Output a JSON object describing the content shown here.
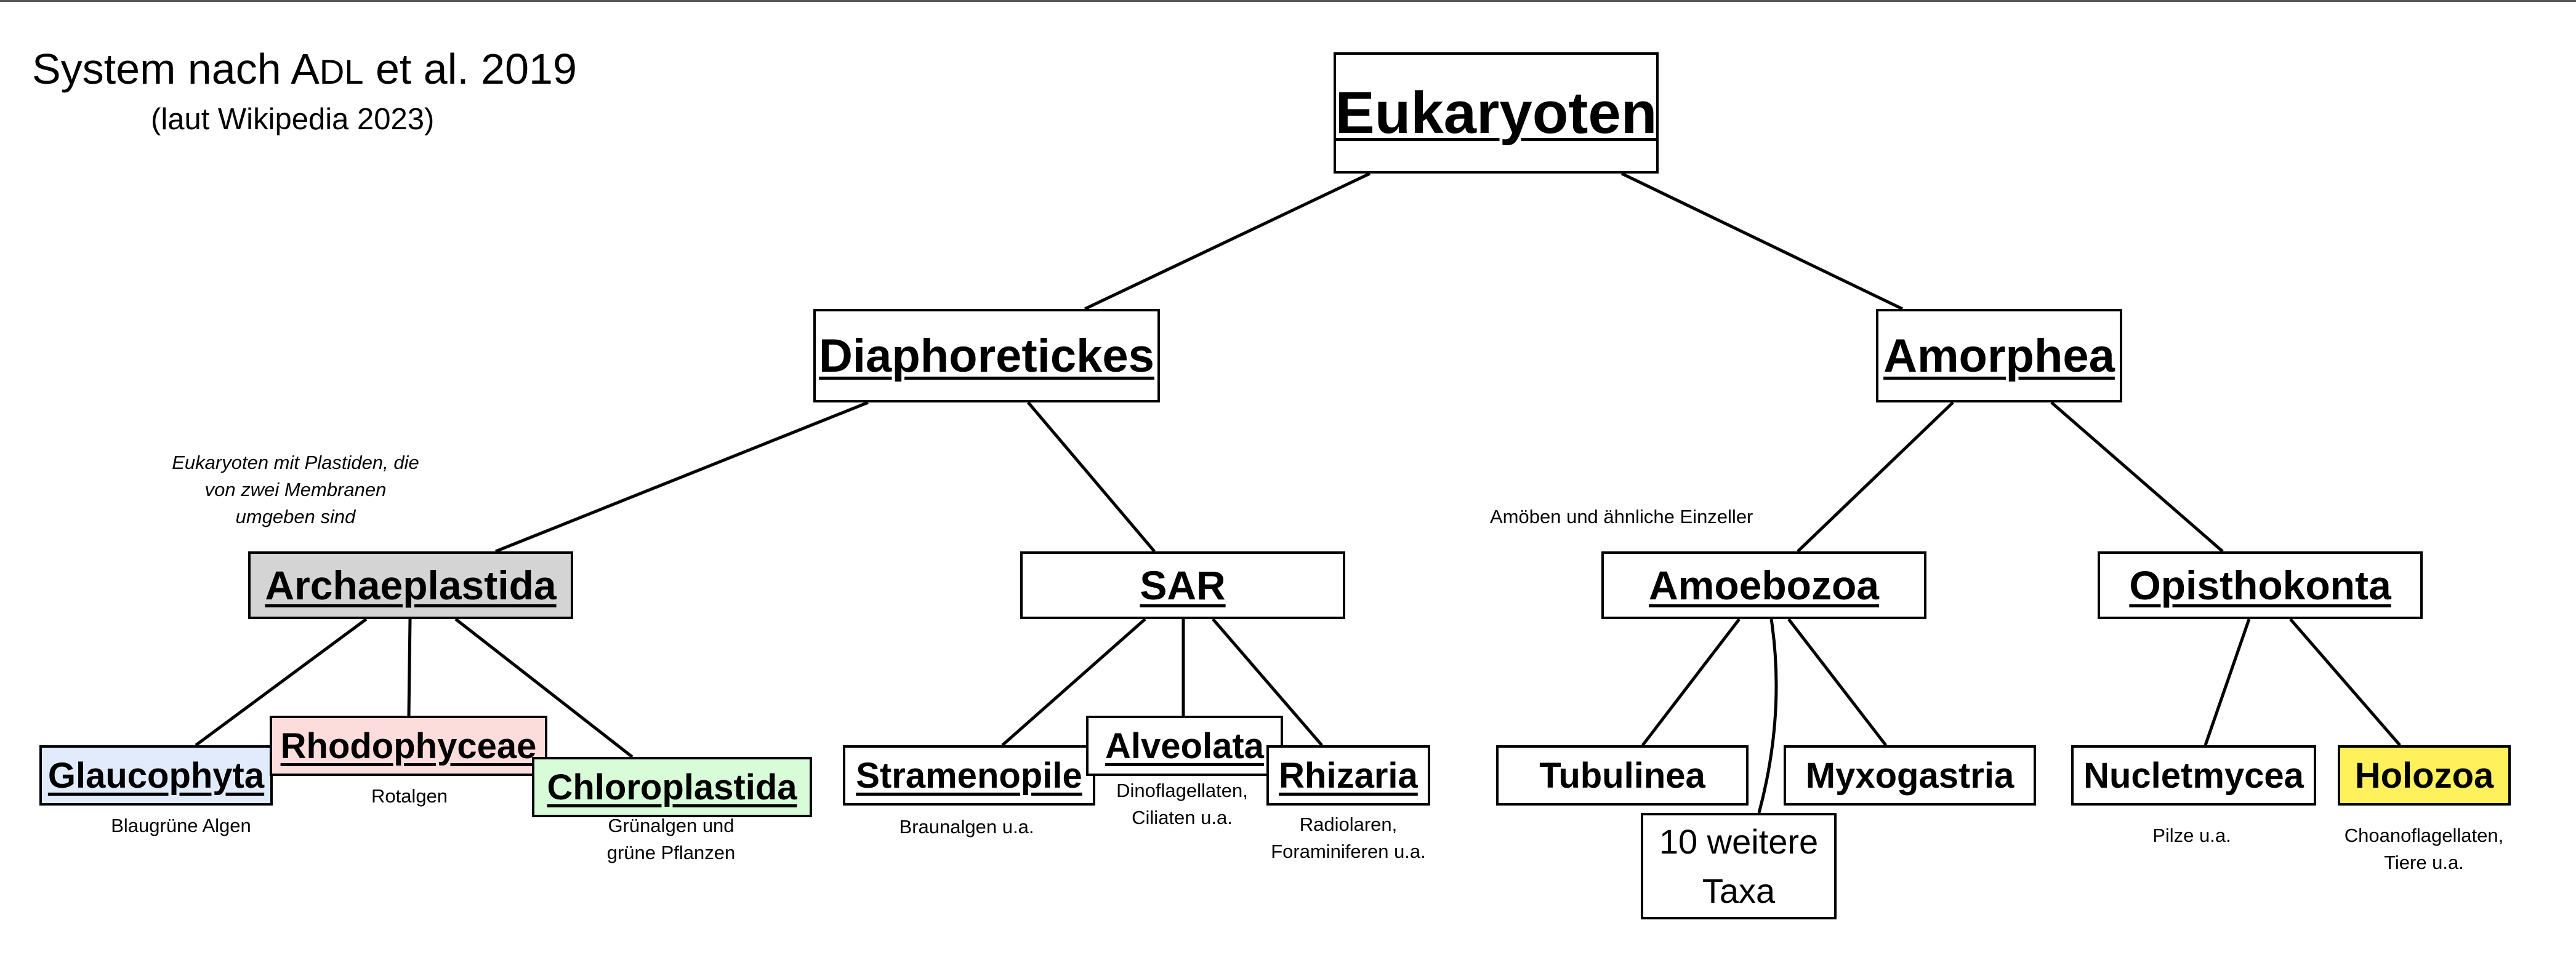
{
  "header": {
    "title_prefix": "System nach ",
    "title_author_A": "A",
    "title_author_rest": "DL",
    "title_suffix": " et al. 2019",
    "subtitle": "(laut Wikipedia 2023)"
  },
  "colors": {
    "archaeplastida_fill": "#d4d4d4",
    "glaucophyta_fill": "#e1ebfc",
    "rhodophyceae_fill": "#fddcdc",
    "chloroplastida_fill": "#d8fbd8",
    "holozoa_fill": "#fef15b",
    "default_fill": "#ffffff",
    "line": "#000000"
  },
  "tree": {
    "root": "Eukaryoten",
    "level1": [
      "Diaphoretickes",
      "Amorphea"
    ],
    "level2": [
      "Archaeplastida",
      "SAR",
      "Amoebozoa",
      "Opisthokonta"
    ],
    "leaves": {
      "glaucophyta": "Glaucophyta",
      "rhodophyceae": "Rhodophyceae",
      "chloroplastida": "Chloroplastida",
      "stramenopile": "Stramenopile",
      "alveolata": "Alveolata",
      "rhizaria": "Rhizaria",
      "tubulinea": "Tubulinea",
      "myxogastria": "Myxogastria",
      "weitere_line1": "10 weitere",
      "weitere_line2": "Taxa",
      "nucletmycea": "Nucletmycea",
      "holozoa": "Holozoa"
    }
  },
  "notes": {
    "archaeplastida": [
      "Eukaryoten mit Plastiden, die",
      "von zwei Membranen",
      "umgeben sind"
    ],
    "amoebozoa": "Amöben und ähnliche Einzeller",
    "glaucophyta": "Blaugrüne Algen",
    "rhodophyceae": "Rotalgen",
    "chloroplastida": [
      "Grünalgen und",
      "grüne Pflanzen"
    ],
    "stramenopile": "Braunalgen u.a.",
    "alveolata": [
      "Dinoflagellaten,",
      "Ciliaten u.a."
    ],
    "rhizaria": [
      "Radiolaren,",
      "Foraminiferen u.a."
    ],
    "nucletmycea": "Pilze u.a.",
    "holozoa": [
      "Choanoflagellaten,",
      "Tiere u.a."
    ]
  },
  "edges": [
    [
      "Eukaryoten",
      "Diaphoretickes"
    ],
    [
      "Eukaryoten",
      "Amorphea"
    ],
    [
      "Diaphoretickes",
      "Archaeplastida"
    ],
    [
      "Diaphoretickes",
      "SAR"
    ],
    [
      "Amorphea",
      "Amoebozoa"
    ],
    [
      "Amorphea",
      "Opisthokonta"
    ],
    [
      "Archaeplastida",
      "Glaucophyta"
    ],
    [
      "Archaeplastida",
      "Rhodophyceae"
    ],
    [
      "Archaeplastida",
      "Chloroplastida"
    ],
    [
      "SAR",
      "Stramenopile"
    ],
    [
      "SAR",
      "Alveolata"
    ],
    [
      "SAR",
      "Rhizaria"
    ],
    [
      "Amoebozoa",
      "Tubulinea"
    ],
    [
      "Amoebozoa",
      "10 weitere Taxa"
    ],
    [
      "Amoebozoa",
      "Myxogastria"
    ],
    [
      "Opisthokonta",
      "Nucletmycea"
    ],
    [
      "Opisthokonta",
      "Holozoa"
    ]
  ]
}
